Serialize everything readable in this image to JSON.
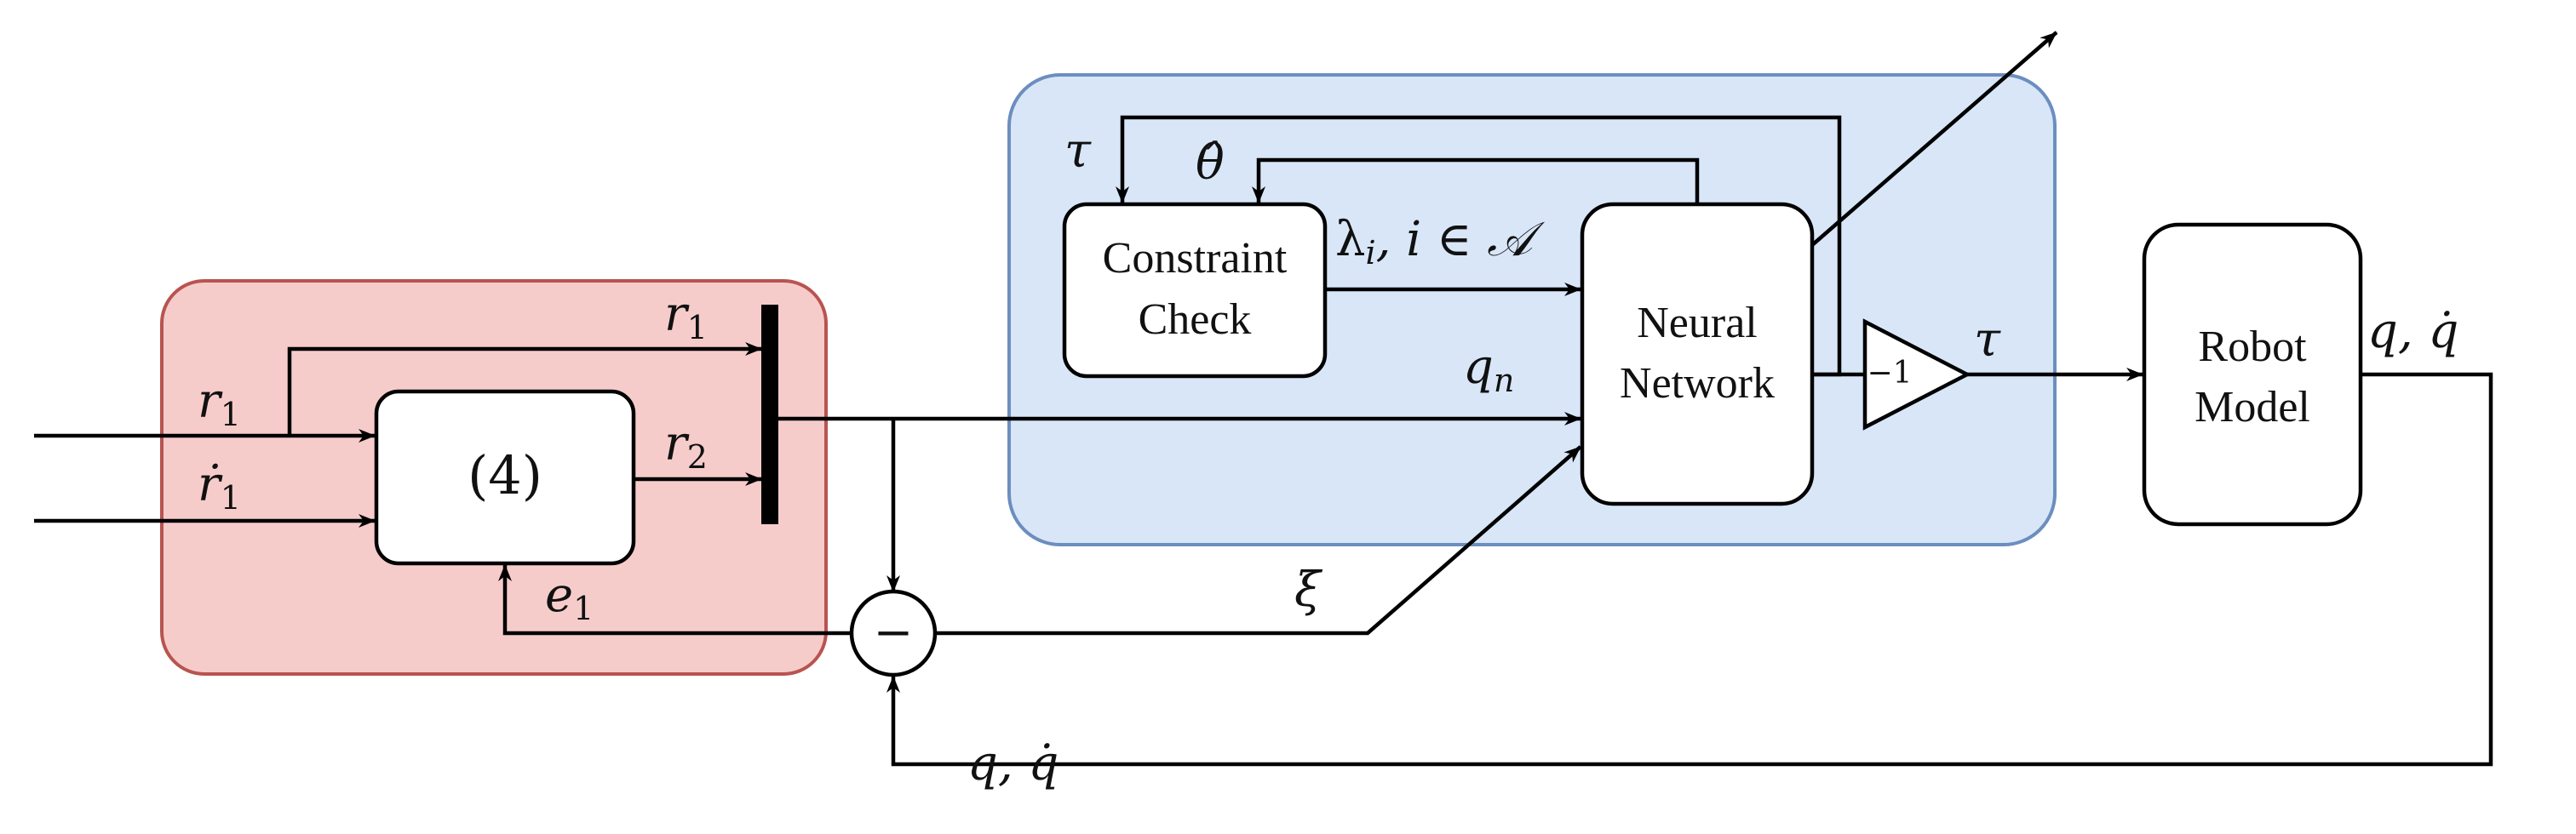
{
  "colors": {
    "red_region_fill": "#f6cccb",
    "red_region_stroke": "#b85450",
    "blue_region_fill": "#d8e6f8",
    "blue_region_stroke": "#6c8ebf"
  },
  "blocks": {
    "eq4": "(4)",
    "constraint_check": [
      "Constraint",
      "Check"
    ],
    "neural_network": [
      "Neural",
      "Network"
    ],
    "gain": "−1",
    "robot_model": [
      "Robot",
      "Model"
    ],
    "subtract": "−"
  },
  "labels": {
    "r1_in": "r",
    "r1_in_sub": "1",
    "r1dot_in": "ṙ",
    "r1dot_in_sub": "1",
    "r1_out": "r",
    "r1_out_sub": "1",
    "r2_out": "r",
    "r2_out_sub": "2",
    "e1": "e",
    "e1_sub": "1",
    "tau_feedback": "τ",
    "theta_hat": "θ̂",
    "lambda": "λ",
    "lambda_sub": "i",
    "lambda_rest": ", i ∈ 𝒜",
    "qn": "q",
    "qn_sub": "n",
    "xi": "ξ",
    "tau_out": "τ",
    "q_qdot_robot": "q, q̇",
    "q_qdot_feedback": "q, q̇"
  }
}
